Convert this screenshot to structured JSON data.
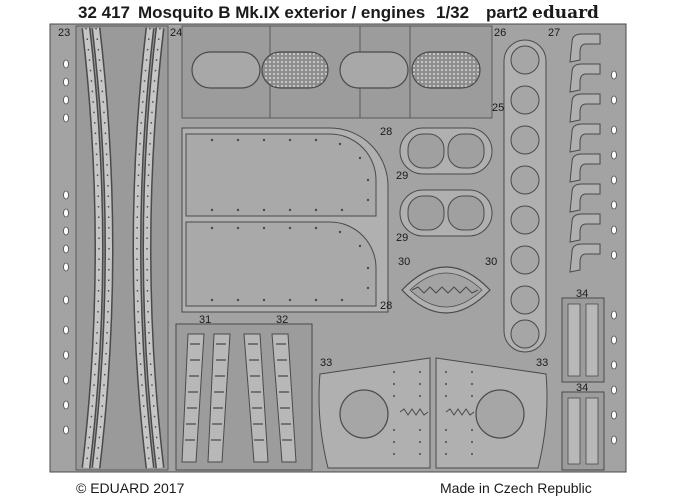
{
  "header": {
    "part_number": "32 417",
    "title": "Mosquito B Mk.IX exterior / engines",
    "scale": "1/32",
    "part": "part2",
    "brand": "eduard"
  },
  "footer": {
    "copyright": "© EDUARD 2017",
    "origin": "Made in Czech Republic"
  },
  "part_numbers": {
    "p23": "23",
    "p24": "24",
    "p25": "25",
    "p26": "26",
    "p27": "27",
    "p28a": "28",
    "p28b": "28",
    "p29a": "29",
    "p29b": "29",
    "p30a": "30",
    "p30b": "30",
    "p31": "31",
    "p32": "32",
    "p33a": "33",
    "p33b": "33",
    "p34a": "34",
    "p34b": "34"
  },
  "colors": {
    "fret": "#a3a3a3",
    "outline": "#4a4a4a",
    "background": "#ffffff"
  }
}
